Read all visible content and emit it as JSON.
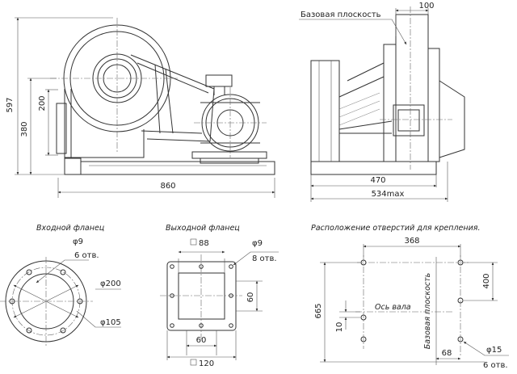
{
  "views": {
    "front": {
      "dim_height_total": "597",
      "dim_height_axis": "380",
      "dim_flange": "200",
      "dim_length": "860"
    },
    "side": {
      "label_base_plane": "Базовая плоскость",
      "dim_top": "100",
      "dim_base": "470",
      "dim_max": "534max"
    }
  },
  "inlet_flange": {
    "title": "Входной фланец",
    "hole_dia": "φ9",
    "holes": "6 отв.",
    "outer_dia": "φ200",
    "inner_dia": "φ105"
  },
  "outlet_flange": {
    "title": "Выходной фланец",
    "inner_square": "88",
    "hole_dia": "φ9",
    "holes": "8 отв.",
    "dim_60_vertical": "60",
    "dim_60_horizontal": "60",
    "outer_square": "120"
  },
  "mounting": {
    "title": "Расположение отверстий для крепления.",
    "dim_368": "368",
    "dim_665": "665",
    "dim_400": "400",
    "dim_10": "10",
    "shaft_axis": "Ось вала",
    "base_plane": "Базовая плоскость",
    "dim_68": "68",
    "hole_dia": "φ15",
    "holes": "6 отв."
  }
}
